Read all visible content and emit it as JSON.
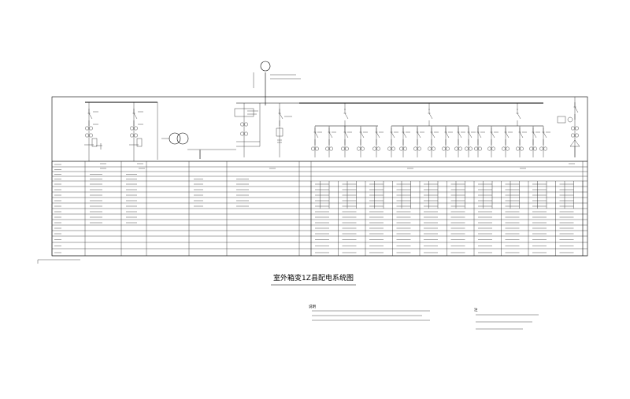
{
  "drawing": {
    "title": "室外箱变1Z县配电系统图",
    "notes_left_heading": "说明",
    "notes_right_heading": "注"
  }
}
